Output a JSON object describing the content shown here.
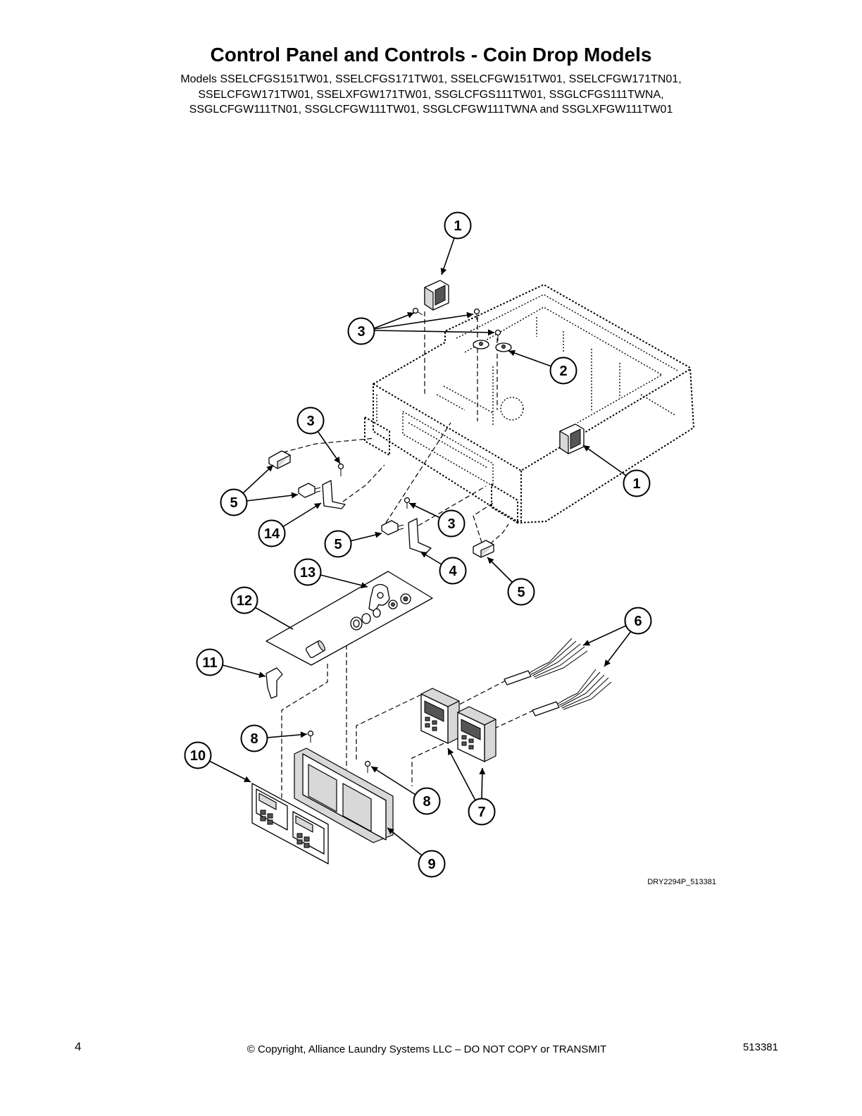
{
  "page": {
    "title": "Control Panel and Controls - Coin Drop Models",
    "models": [
      "Models SSELCFGS151TW01, SSELCFGS171TW01, SSELCFGW151TW01, SSELCFGW171TN01,",
      "SSELCFGW171TW01, SSELXFGW171TW01, SSGLCFGS111TW01, SSGLCFGS111TWNA,",
      "SSGLCFGW111TN01, SSGLCFGW111TW01, SSGLCFGW111TWNA and SSGLXFGW111TW01"
    ]
  },
  "diagram": {
    "figure_id": "DRY2294P_513381",
    "callouts": [
      "1",
      "3",
      "2",
      "3",
      "1",
      "5",
      "14",
      "3",
      "5",
      "4",
      "5",
      "13",
      "12",
      "6",
      "11",
      "8",
      "10",
      "8",
      "7",
      "9"
    ]
  },
  "footer": {
    "page_number": "4",
    "copyright": "© Copyright, Alliance Laundry Systems LLC – DO NOT COPY or TRANSMIT",
    "doc_number": "513381"
  }
}
